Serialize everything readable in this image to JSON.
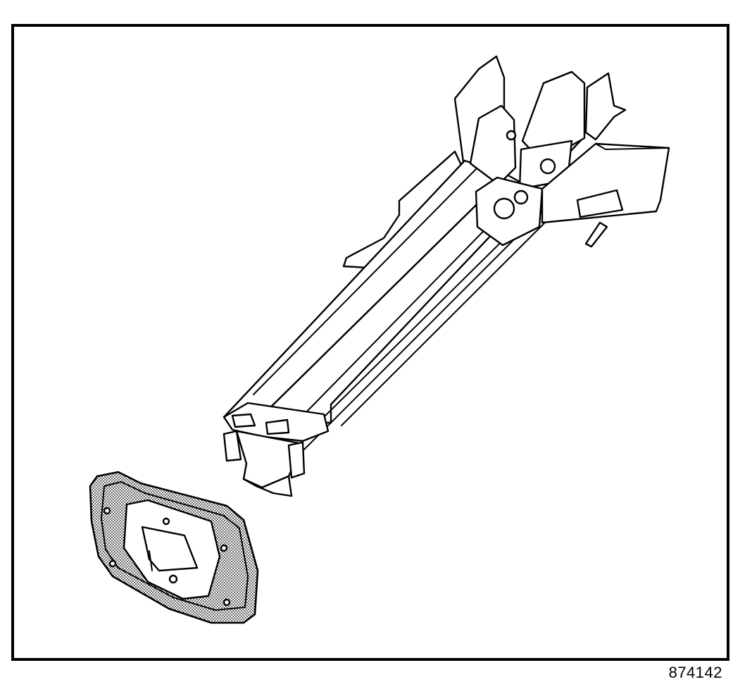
{
  "figure": {
    "id": "874142"
  },
  "colors": {
    "frame": "#000000",
    "background": "#ffffff",
    "highlight_stipple": "#bdbdbd"
  },
  "parts": [
    {
      "name": "frame-rail-assembly",
      "highlighted": false
    },
    {
      "name": "rail-end-plate",
      "highlighted": true
    }
  ]
}
